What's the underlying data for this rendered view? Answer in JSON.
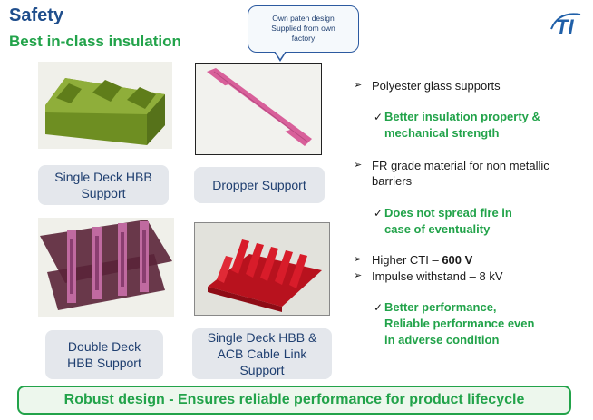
{
  "header": {
    "title": "Safety",
    "subtitle": "Best in-class insulation"
  },
  "callout": {
    "line1": "Own paten design",
    "line2": "Supplied from own",
    "line3": "factory"
  },
  "logo": {
    "text": "TI",
    "color": "#1f5fa8"
  },
  "products": [
    {
      "label_line1": "Single Deck HBB",
      "label_line2": "Support"
    },
    {
      "label_line1": "Dropper Support"
    },
    {
      "label_line1": "Double Deck",
      "label_line2": "HBB Support"
    },
    {
      "label_line1": "Single Deck HBB &",
      "label_line2": "ACB Cable Link",
      "label_line3": "Support"
    }
  ],
  "bullets": {
    "b1": "Polyester glass supports",
    "c1_line1": "Better insulation property &",
    "c1_line2": "mechanical strength",
    "b2_line1": "FR grade material for non metallic",
    "b2_line2": "barriers",
    "c2_line1": "Does not spread fire in",
    "c2_line2": "case of eventuality",
    "b3_prefix": "Higher CTI – ",
    "b3_value": "600 V",
    "b4": "Impulse withstand – 8 kV",
    "c3_line1": "Better performance,",
    "c3_line2": "Reliable performance even",
    "c3_line3": "in adverse condition"
  },
  "banner": {
    "text": "Robust design - Ensures reliable performance for product lifecycle"
  },
  "colors": {
    "title": "#1f4e8c",
    "accent_green": "#22a34a",
    "label_bg": "#e4e7ec",
    "olive": "#7a9a2a",
    "pink": "#d8609a",
    "red": "#d81c2a"
  }
}
